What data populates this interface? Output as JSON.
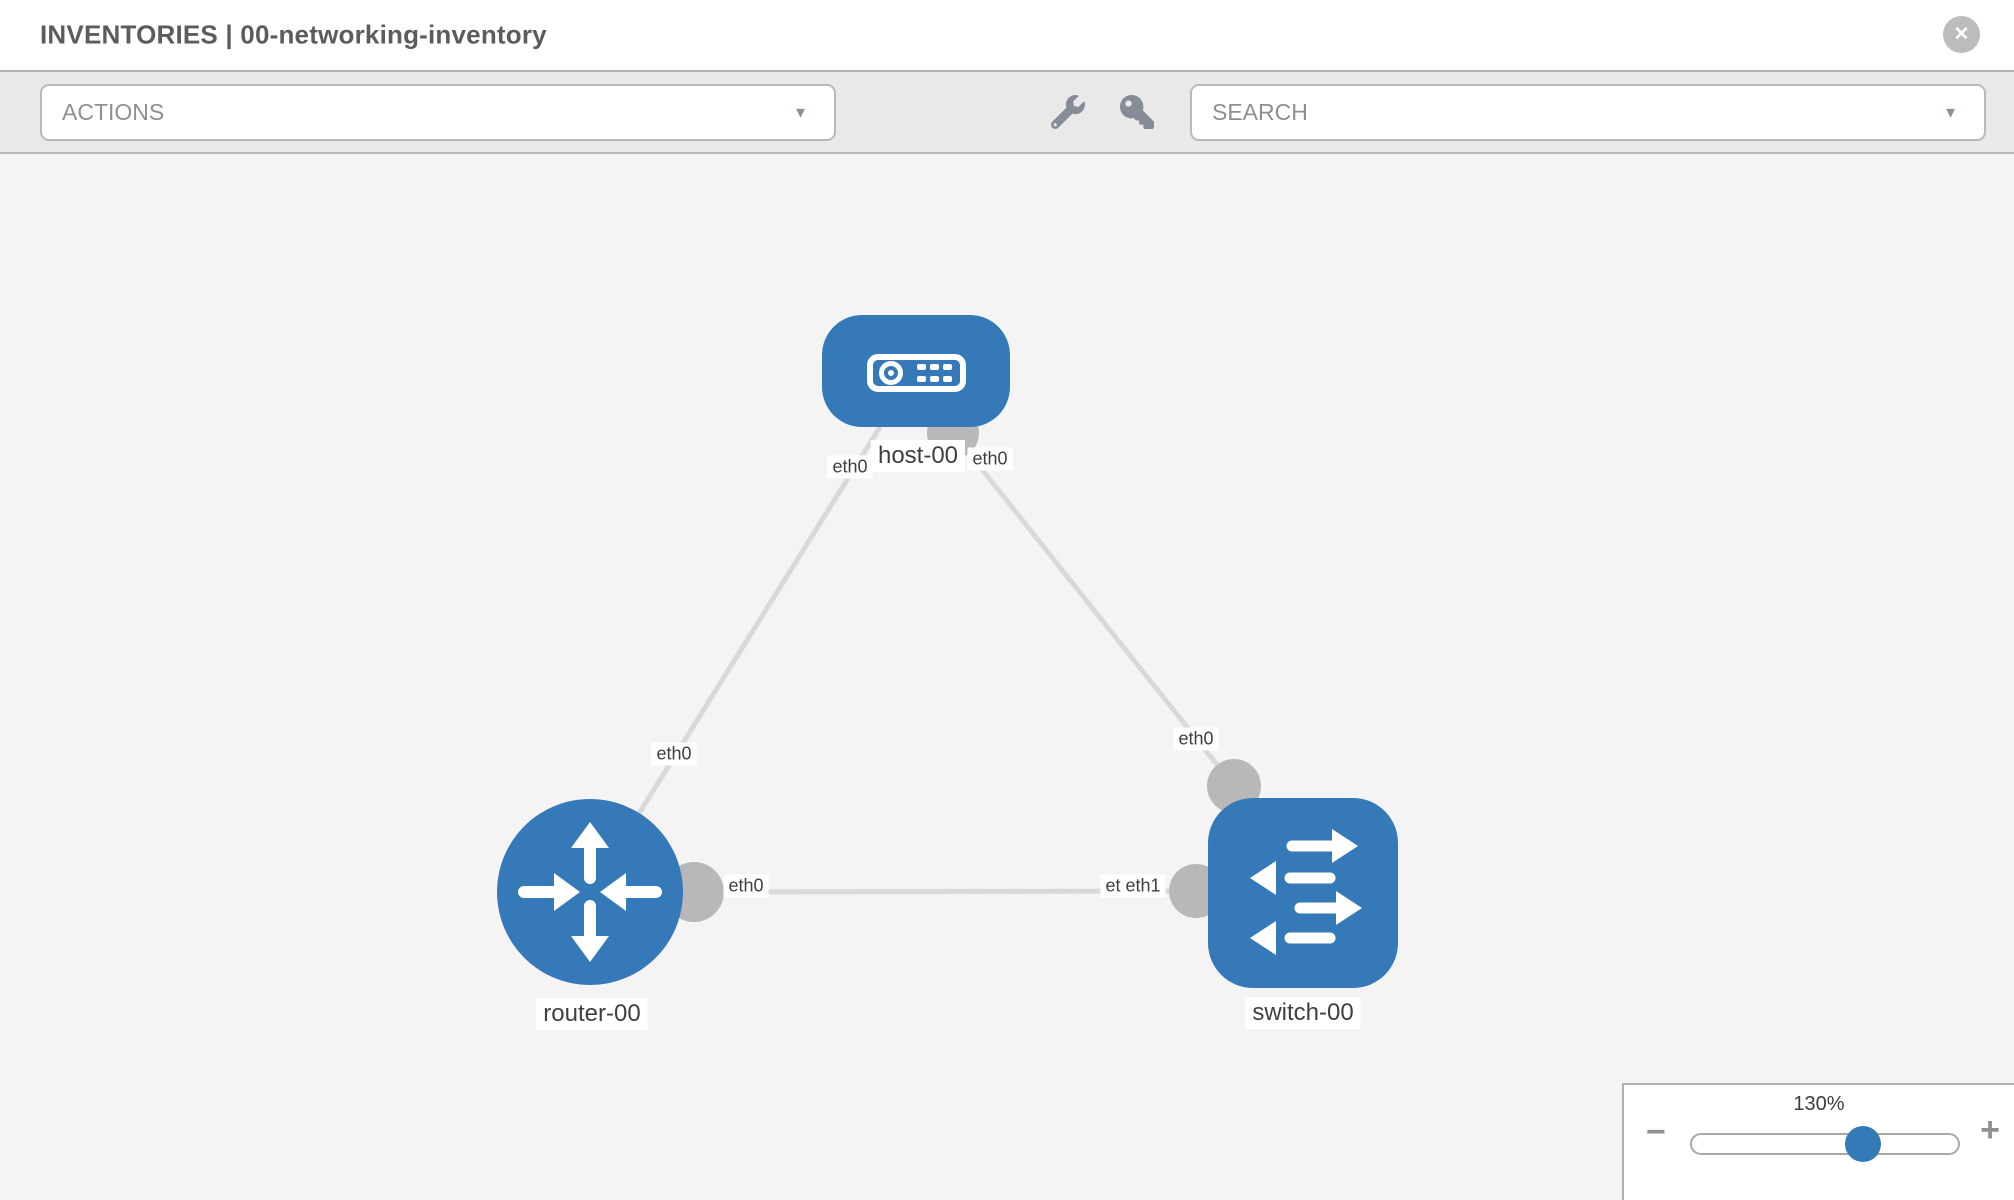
{
  "header": {
    "title": "INVENTORIES | 00-networking-inventory",
    "close_glyph": "✕"
  },
  "toolbar": {
    "actions_dropdown": {
      "label": "ACTIONS",
      "caret": "▼"
    },
    "tools": [
      {
        "icon": "wrench-icon"
      },
      {
        "icon": "key-icon"
      }
    ],
    "search_dropdown": {
      "placeholder": "SEARCH",
      "caret": "▼"
    }
  },
  "topology": {
    "nodes": [
      {
        "id": "host-00",
        "label": "host-00",
        "type": "host",
        "icon": "host-icon",
        "color": "#3579b9"
      },
      {
        "id": "router-00",
        "label": "router-00",
        "type": "router",
        "icon": "router-icon",
        "color": "#3579b9"
      },
      {
        "id": "switch-00",
        "label": "switch-00",
        "type": "switch",
        "icon": "switch-icon",
        "color": "#3579b9"
      }
    ],
    "links": [
      {
        "from": "host-00",
        "from_interface": "eth0",
        "to": "router-00",
        "to_interface": "eth0"
      },
      {
        "from": "host-00",
        "from_interface": "eth0",
        "to": "switch-00",
        "to_interface": "eth0"
      },
      {
        "from": "router-00",
        "from_interface": "eth0",
        "to": "switch-00",
        "to_interface": "eth1",
        "occluded_interface_label": "eth0"
      }
    ]
  },
  "zoom_control": {
    "level": "130%",
    "minus": "−",
    "plus": "+"
  },
  "colors": {
    "node_blue": "#3579b9",
    "link_gray": "#d9d9d9",
    "port_gray": "#b8b8b8",
    "toolbar_bg": "#e9e9e9",
    "canvas_bg": "#f4f4f4"
  }
}
